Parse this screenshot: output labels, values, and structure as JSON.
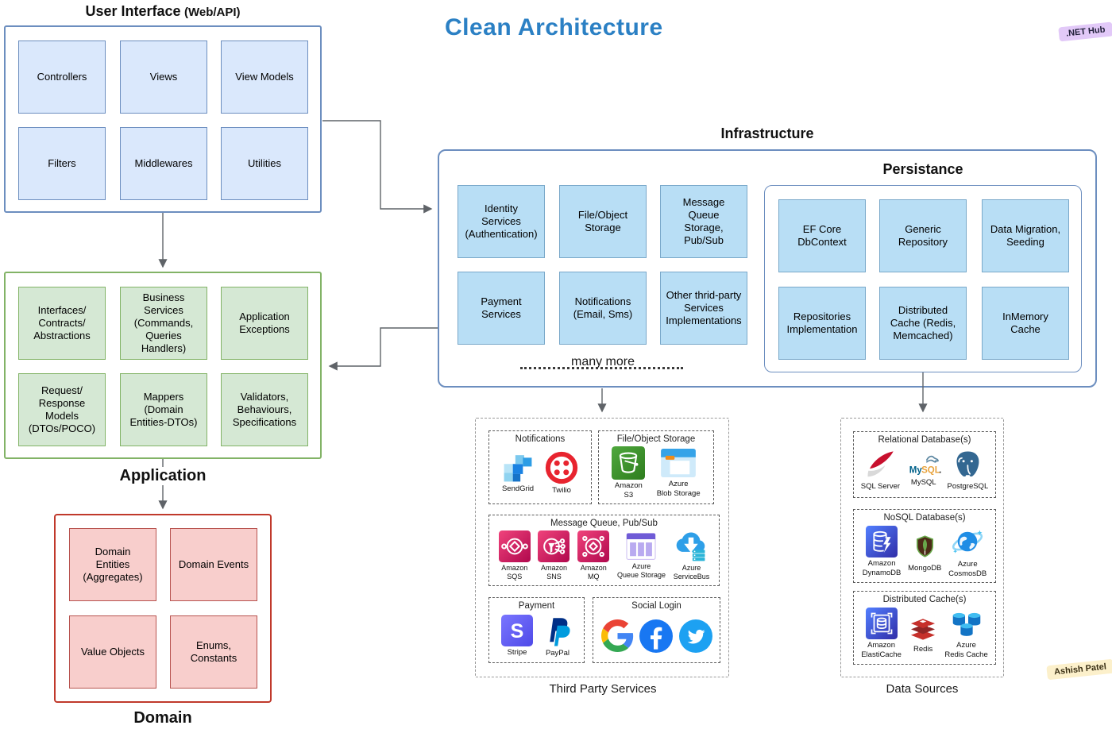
{
  "title": "Clean Architecture",
  "badges": {
    "hub": ".NET Hub",
    "author": "Ashish Patel"
  },
  "ui": {
    "title": "User Interface",
    "subtitle": "(Web/API)",
    "cells": [
      "Controllers",
      "Views",
      "View Models",
      "Filters",
      "Middlewares",
      "Utilities"
    ]
  },
  "application": {
    "title": "Application",
    "cells": [
      "Interfaces/\nContracts/\nAbstractions",
      "Business\nServices\n(Commands,\nQueries\nHandlers)",
      "Application\nExceptions",
      "Request/\nResponse\nModels\n(DTOs/POCO)",
      "Mappers\n(Domain\nEntities-DTOs)",
      "Validators,\nBehaviours,\nSpecifications"
    ]
  },
  "domain": {
    "title": "Domain",
    "cells": [
      "Domain\nEntities\n(Aggregates)",
      "Domain Events",
      "Value Objects",
      "Enums,\nConstants"
    ]
  },
  "infrastructure": {
    "title": "Infrastructure",
    "cells": [
      "Identity\nServices\n(Authentication)",
      "File/Object\nStorage",
      "Message\nQueue\nStorage,\nPub/Sub",
      "Payment\nServices",
      "Notifications\n(Email, Sms)",
      "Other thrid-party\nServices\nImplementations"
    ],
    "more": "many more",
    "persistence": {
      "title": "Persistance",
      "cells": [
        "EF Core\nDbContext",
        "Generic\nRepository",
        "Data Migration,\nSeeding",
        "Repositories\nImplementation",
        "Distributed\nCache (Redis,\nMemcached)",
        "InMemory\nCache"
      ]
    }
  },
  "third_party": {
    "title": "Third Party Services",
    "groups": [
      {
        "title": "Notifications",
        "items": [
          {
            "name": "SendGrid",
            "icon": "sendgrid-icon"
          },
          {
            "name": "Twilio",
            "icon": "twilio-icon"
          }
        ]
      },
      {
        "title": "File/Object Storage",
        "items": [
          {
            "name": "Amazon\nS3",
            "icon": "amazon-s3-icon"
          },
          {
            "name": "Azure\nBlob Storage",
            "icon": "azure-blob-storage-icon"
          }
        ]
      },
      {
        "title": "Message Queue, Pub/Sub",
        "items": [
          {
            "name": "Amazon\nSQS",
            "icon": "amazon-sqs-icon"
          },
          {
            "name": "Amazon\nSNS",
            "icon": "amazon-sns-icon"
          },
          {
            "name": "Amazon\nMQ",
            "icon": "amazon-mq-icon"
          },
          {
            "name": "Azure\nQueue Storage",
            "icon": "azure-queue-storage-icon"
          },
          {
            "name": "Azure\nServiceBus",
            "icon": "azure-servicebus-icon"
          }
        ]
      },
      {
        "title": "Payment",
        "items": [
          {
            "name": "Stripe",
            "icon": "stripe-icon"
          },
          {
            "name": "PayPal",
            "icon": "paypal-icon"
          }
        ]
      },
      {
        "title": "Social Login",
        "items": [
          {
            "icon": "google-icon"
          },
          {
            "icon": "facebook-icon"
          },
          {
            "icon": "twitter-icon"
          }
        ]
      }
    ]
  },
  "data_sources": {
    "title": "Data Sources",
    "groups": [
      {
        "title": "Relational Database(s)",
        "items": [
          {
            "name": "SQL Server",
            "icon": "sql-server-icon"
          },
          {
            "name": "MySQL",
            "icon": "mysql-icon"
          },
          {
            "name": "PostgreSQL",
            "icon": "postgresql-icon"
          }
        ]
      },
      {
        "title": "NoSQL Database(s)",
        "items": [
          {
            "name": "Amazon\nDynamoDB",
            "icon": "amazon-dynamodb-icon"
          },
          {
            "name": "MongoDB",
            "icon": "mongodb-icon"
          },
          {
            "name": "Azure\nCosmosDB",
            "icon": "azure-cosmosdb-icon"
          }
        ]
      },
      {
        "title": "Distributed Cache(s)",
        "items": [
          {
            "name": "Amazon\nElastiCache",
            "icon": "amazon-elasticache-icon"
          },
          {
            "name": "Redis",
            "icon": "redis-icon"
          },
          {
            "name": "Azure\nRedis Cache",
            "icon": "azure-redis-cache-icon"
          }
        ]
      }
    ]
  },
  "colors": {
    "title_blue": "#2b80c4",
    "ui_fill": "#dae8fc",
    "ui_stroke": "#6c8ebf",
    "app_fill": "#d5e8d4",
    "app_stroke": "#82b366",
    "domain_fill": "#f8cecc",
    "domain_stroke": "#c0392b",
    "infra_fill": "#b8def5",
    "infra_stroke": "#6c8ebf",
    "hub_badge_bg": "#e2c9f8",
    "author_badge_bg": "#fcf0cb"
  }
}
